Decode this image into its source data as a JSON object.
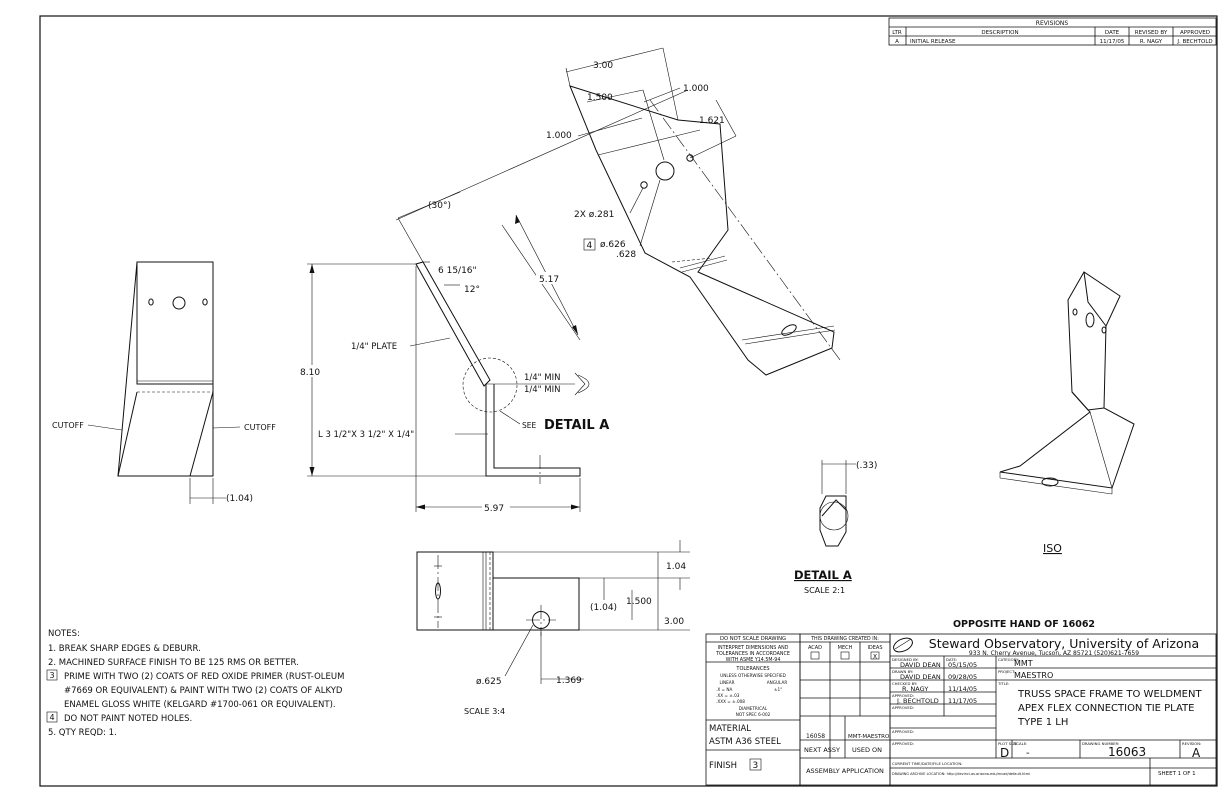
{
  "revisions": {
    "title": "REVISIONS",
    "headers": [
      "LTR",
      "DESCRIPTION",
      "DATE",
      "REVISED BY",
      "APPROVED"
    ],
    "rows": [
      [
        "A",
        "INITIAL RELEASE",
        "11/17/05",
        "R. NAGY",
        "J. BECHTOLD"
      ]
    ]
  },
  "dims": {
    "d300": "3.00",
    "d1500": "1.500",
    "d1000a": "1.000",
    "d1000b": "1.000",
    "d1621": "1.621",
    "angle30": "(30°)",
    "holes2x": "2X ø.281",
    "note4": "4",
    "dia626": "ø.626",
    "dia628": ".628",
    "d517": "5.17",
    "d61516": "6 15/16\"",
    "d12deg": "12°",
    "plate": "1/4\" PLATE",
    "d810": "8.10",
    "min1": "1/4\" MIN",
    "min2": "1/4\" MIN",
    "cutoffL": "CUTOFF",
    "cutoffR": "CUTOFF",
    "angleStock": "L 3 1/2\"X 3 1/2\" X 1/4\"",
    "seeDetail": "SEE",
    "detailA": "DETAIL A",
    "d104a": "(1.04)",
    "d597": "5.97",
    "d033": "(.33)",
    "detailTitle": "DETAIL A",
    "detailScale": "SCALE 2:1",
    "iso": "ISO",
    "d104b": "1.04",
    "d104c": "(1.04)",
    "d1500b": "1.500",
    "d300b": "3.00",
    "dia625": "ø.625",
    "d1369": "1.369",
    "scale34": "SCALE 3:4"
  },
  "notes": {
    "title": "NOTES:",
    "items": [
      "1. BREAK SHARP EDGES & DEBURR.",
      "2. MACHINED SURFACE FINISH TO BE 125 RMS OR BETTER.",
      "PRIME WITH TWO (2) COATS OF RED OXIDE PRIMER (RUST-OLEUM",
      "#7669 OR EQUIVALENT) & PAINT WITH TWO (2) COATS OF ALKYD",
      "ENAMEL GLOSS WHITE (KELGARD #1700-061 OR EQUIVALENT).",
      "DO NOT PAINT NOTED HOLES.",
      "5. QTY REQD: 1."
    ],
    "flag3": "3",
    "flag4": "4"
  },
  "title_block": {
    "opposite": "OPPOSITE HAND OF 16062",
    "do_not_scale": "DO NOT SCALE DRAWING",
    "interpret1": "INTERPRET DIMENSIONS AND",
    "interpret2": "TOLERANCES IN ACCORDANCE",
    "interpret3": "WITH ASME Y14.5M-94",
    "tolerances": "TOLERANCES",
    "unless": "UNLESS OTHERWISE SPECIFIED",
    "linear": "LINEAR",
    "angular": "ANGULAR",
    "tol1": ".X    = NA",
    "tol2": ".XX  = ±.03",
    "tol3": ".XXX = ±.008",
    "tol_ang": "±1°",
    "diametrical": "DIAMETRICAL",
    "not_spec": "NOT SPEC 6-002",
    "material_label": "MATERIAL",
    "material": "ASTM A36 STEEL",
    "finish_label": "FINISH",
    "finish_flag": "3",
    "created_in": "THIS DRAWING CREATED IN:",
    "acad": "ACAD",
    "mech": "MECH",
    "ideas": "IDEAS",
    "ideas_mark": "X",
    "next_assy_val": "16058",
    "used_on_val": "MMT-MAESTRO",
    "next_assy": "NEXT ASSY",
    "used_on": "USED ON",
    "assembly_app": "ASSEMBLY APPLICATION",
    "org_name": "Steward Observatory, University of Arizona",
    "org_addr": "933 N. Cherry Avenue, Tucson, AZ  85721    (520)621-7659",
    "designed_by_label": "DESIGNED BY:",
    "designed_by": "DAVID DEAN",
    "date_label": "DATE:",
    "designed_date": "05/15/05",
    "drawn_by_label": "DRAWN BY:",
    "drawn_by": "DAVID DEAN",
    "drawn_date": "09/28/05",
    "checked_by_label": "CHECKED BY:",
    "checked_by": "R. NAGY",
    "checked_date": "11/14/05",
    "approved_label": "APPROVED:",
    "approved_by": "J. BECHTOLD",
    "approved_date": "11/17/05",
    "category_label": "CATEGORY:",
    "category": "MMT",
    "project_label": "PROJECT:",
    "project": "MAESTRO",
    "title_label": "TITLE:",
    "title1": "TRUSS SPACE FRAME TO WELDMENT",
    "title2": "APEX FLEX CONNECTION TIE PLATE",
    "title3": "TYPE 1 LH",
    "plot_size_label": "PLOT SIZE",
    "plot_size": "D",
    "scale_label": "SCALE:",
    "scale": "-",
    "drawing_number_label": "DRAWING NUMBER:",
    "drawing_number": "16063",
    "revision_label": "REVISION:",
    "revision": "A",
    "current_loc": "CURRENT TIME/DATE/FILE LOCATION:",
    "archive_loc": "DRAWING ARCHIVE LOCATION: http://devinci.as.arizona.edu/mcad/default.html",
    "sheet": "SHEET 1 OF 1"
  }
}
